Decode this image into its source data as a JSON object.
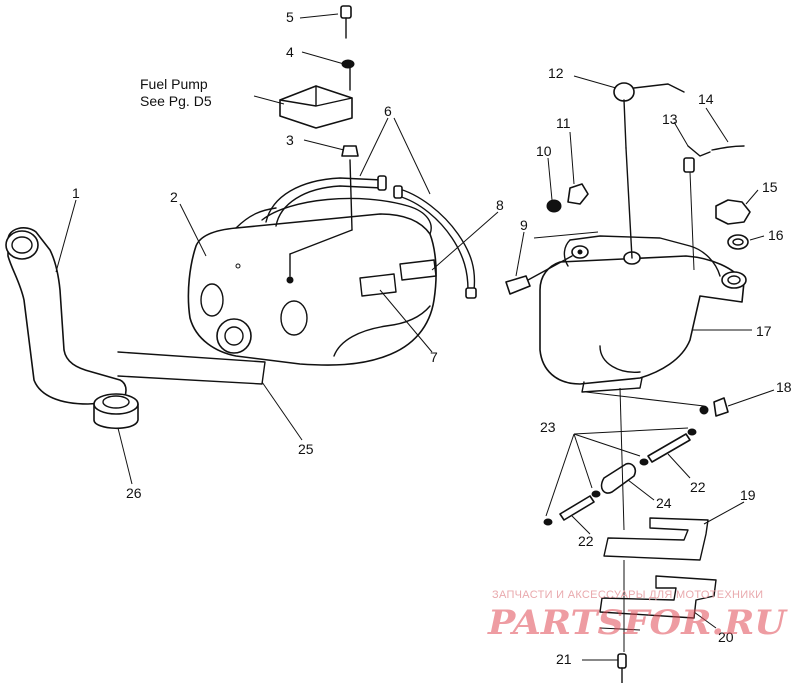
{
  "labels": {
    "l1": "1",
    "l2": "2",
    "l3": "3",
    "l4": "4",
    "l5": "5",
    "l6": "6",
    "l7": "7",
    "l8": "8",
    "l9": "9",
    "l10": "10",
    "l11": "11",
    "l12": "12",
    "l13": "13",
    "l14": "14",
    "l15": "15",
    "l16": "16",
    "l17": "17",
    "l18": "18",
    "l19": "19",
    "l20": "20",
    "l21": "21",
    "l22a": "22",
    "l22b": "22",
    "l23": "23",
    "l24": "24",
    "l25": "25",
    "l26": "26"
  },
  "note": {
    "line1": "Fuel Pump",
    "line2": "See Pg. D5"
  },
  "watermark": {
    "tagline": "ЗАПЧАСТИ И АКСЕССУАРЫ ДЛЯ МОТОТЕХНИКИ",
    "site": "PARTSFOR.RU"
  }
}
